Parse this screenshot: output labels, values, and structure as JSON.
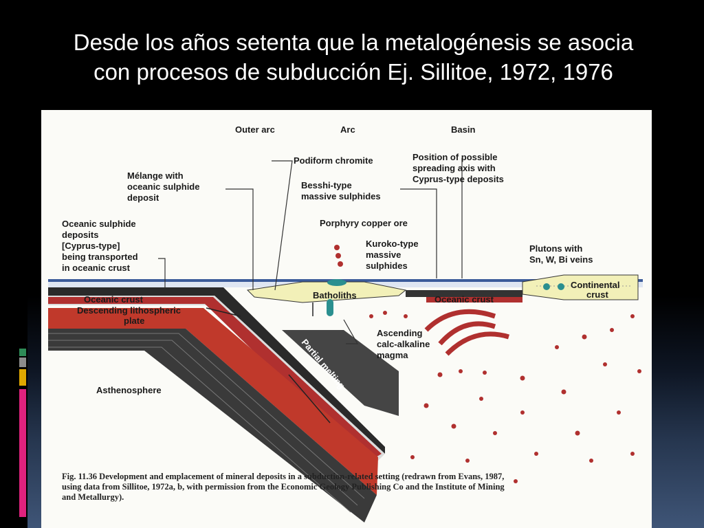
{
  "slide": {
    "title_line1": "Desde los años setenta que la metalogénesis se asocia",
    "title_line2": "con procesos de subducción Ej. Sillitoe, 1972, 1976",
    "colors": {
      "accent_green": "#2e8b57",
      "accent_gray": "#8c8c8c",
      "accent_gold": "#e0a800",
      "accent_magenta": "#e0227e",
      "crust_red": "#b0302f",
      "water_blue": "#3b5b9a",
      "magma_yellow": "#f2f0b8"
    }
  },
  "diagram": {
    "labels": {
      "outer_arc": "Outer arc",
      "arc": "Arc",
      "basin": "Basin",
      "podiform": "Podiform chromite",
      "melange_1": "Mélange with",
      "melange_2": "oceanic sulphide",
      "melange_3": "deposit",
      "spreading_1": "Position of possible",
      "spreading_2": "spreading axis with",
      "spreading_3": "Cyprus-type deposits",
      "besshi_1": "Besshi-type",
      "besshi_2": "massive sulphides",
      "oceanic_dep_1": "Oceanic sulphide",
      "oceanic_dep_2": "deposits",
      "oceanic_dep_3": "[Cyprus-type]",
      "oceanic_dep_4": "being transported",
      "oceanic_dep_5": "in oceanic crust",
      "porphyry": "Porphyry copper ore",
      "kuroko_1": "Kuroko-type",
      "kuroko_2": "massive",
      "kuroko_3": "sulphides",
      "plutons_1": "Plutons with",
      "plutons_2": "Sn, W, Bi veins",
      "oceanic_crust_left": "Oceanic crust",
      "descending_1": "Descending lithospheric",
      "descending_2": "plate",
      "batholiths": "Batholiths",
      "oceanic_crust_right": "Oceanic crust",
      "continental_1": "Continental",
      "continental_2": "crust",
      "ascending_1": "Ascending",
      "ascending_2": "calc-alkaline",
      "ascending_3": "magma",
      "partial_melting": "Partial melting",
      "asthenosphere": "Asthenosphere"
    },
    "caption_1": "Fig. 11.36  Development and emplacement of mineral deposits in a subduction-related setting (redrawn from Evans, 1987,",
    "caption_2": "using data from Sillitoe, 1972a, b, with permission from the Economic Geology Publishing Co and the Institute of Mining",
    "caption_3": "and Metallurgy)."
  }
}
